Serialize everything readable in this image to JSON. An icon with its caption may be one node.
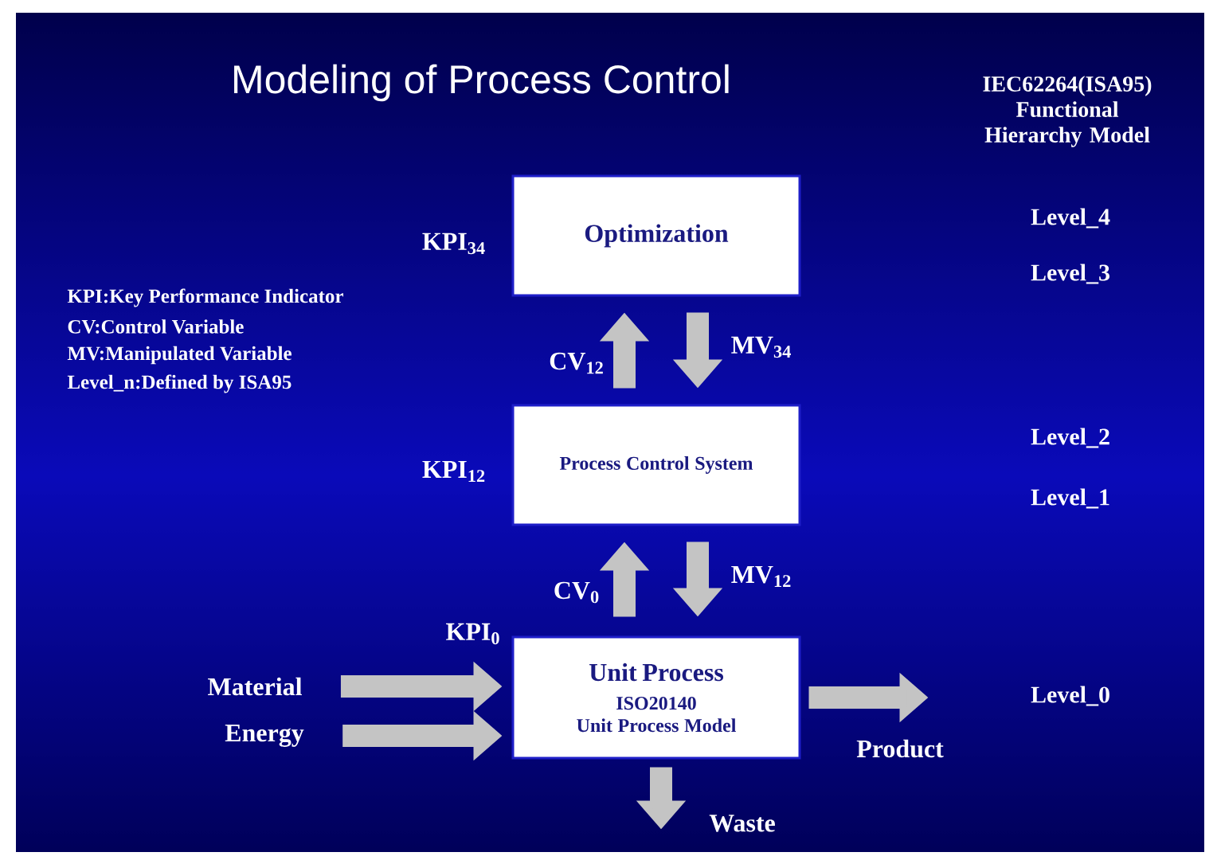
{
  "diagram": {
    "title": "Modeling of Process Control",
    "nodes": [
      {
        "text": [
          "Optimization"
        ],
        "beside": [
          "KPI$_{34}$"
        ]
      },
      {
        "text": [
          "Process Control System"
        ],
        "beside": [
          "KPI$_{12}$"
        ]
      },
      {
        "text": [
          "Unit Process",
          "ISO20140 Unit Process Model"
        ],
        "beside": [
          "KPI$_{0}$"
        ]
      },
      {
        "text": [
          "Material"
        ]
      },
      {
        "text": [
          "Energy"
        ]
      }
    ],
    "edges": [
      {
        "from": 1,
        "to": 0,
        "arrow": "to",
        "label": "CV$_{12}$"
      },
      {
        "from": 0,
        "to": 1,
        "arrow": "to",
        "label": "MV$_{34}$"
      },
      {
        "from": 2,
        "to": 1,
        "arrow": "to",
        "label": "CV$_{0}$"
      },
      {
        "from": 1,
        "to": 2,
        "arrow": "to",
        "label": "MV$_{12}$"
      },
      {
        "from": 3,
        "to": 2,
        "arrow": "to"
      },
      {
        "from": 4,
        "to": 2,
        "arrow": "to"
      },
      {
        "from": 2,
        "to": null,
        "arrow": "to",
        "label": "Product"
      },
      {
        "from": 2,
        "to": null,
        "arrow": "to",
        "label": "Waste"
      }
    ],
    "labels": [
      "IEC62264(ISA95) Functional Hierarchy Model",
      "KPI:Key Performance Indicator",
      "CV:Control Variable",
      "MV:Manipulated Variable",
      "Level_n:Defined by ISA95",
      "Level_4",
      "Level_3",
      "Level_2",
      "Level_1",
      "Level_0"
    ]
  }
}
